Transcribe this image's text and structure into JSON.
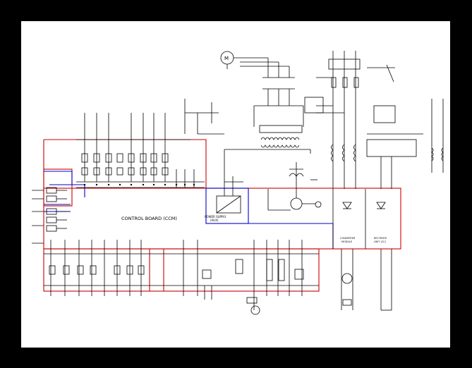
{
  "diagram": {
    "control_board_label": "CONTROL BOARD (CCM)",
    "power_supply_label_line1": "POWER SUPPLY",
    "power_supply_label_line2": "(AUX)",
    "motor_label": "M",
    "converter_label_line1": "CONVERTER",
    "converter_label_line2": "MODULE",
    "inverter_label_line1": "RECTIFIER",
    "inverter_label_line2": "UNIT (CC)",
    "colors": {
      "background": "#000000",
      "sheet": "#ffffff",
      "wire": "#000000",
      "board_outline": "#cc0000",
      "aux_outline": "#0000cc"
    }
  }
}
